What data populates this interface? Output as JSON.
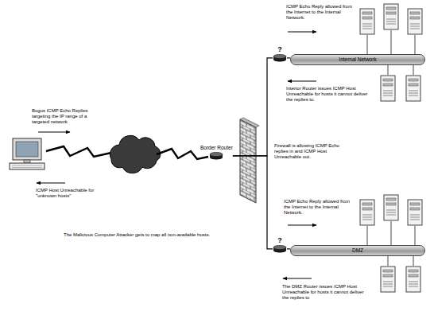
{
  "diagram": {
    "nodes": [
      {
        "text": [
          "?"
        ]
      },
      {
        "text": [
          "Internal Network"
        ]
      },
      {
        "text": [
          "Border Router"
        ]
      },
      {
        "text": [
          "?"
        ]
      },
      {
        "text": [
          "DMZ"
        ]
      }
    ],
    "edges": [
      {
        "from": 2,
        "to": 0,
        "arrow": "none"
      },
      {
        "from": 0,
        "to": 1,
        "arrow": "none"
      },
      {
        "from": 2,
        "to": 3,
        "arrow": "none"
      },
      {
        "from": 3,
        "to": 4,
        "arrow": "none"
      }
    ],
    "labels": [
      "ICMP Echo Reply allowed from the Internet to the Internal Network.",
      "Bogus ICMP Echo Replies targeting the IP range of a targeted network",
      "Interior Router issues ICMP Host Unreachable for hosts it cannot deliver the replies to.",
      "Firewall is allowing ICMP Echo replies in and ICMP Host Unreachable out.",
      "ICMP Host Unreachable for \"unknown hosts\"",
      "ICMP Echo Reply allowed from the Internet to the Internal Network.",
      "The Malicious Computer Attacker gets to map all non-available hosts.",
      "The DMZ Router issues ICMP Host Unreachable for hosts it cannot deliver the replies to"
    ]
  }
}
